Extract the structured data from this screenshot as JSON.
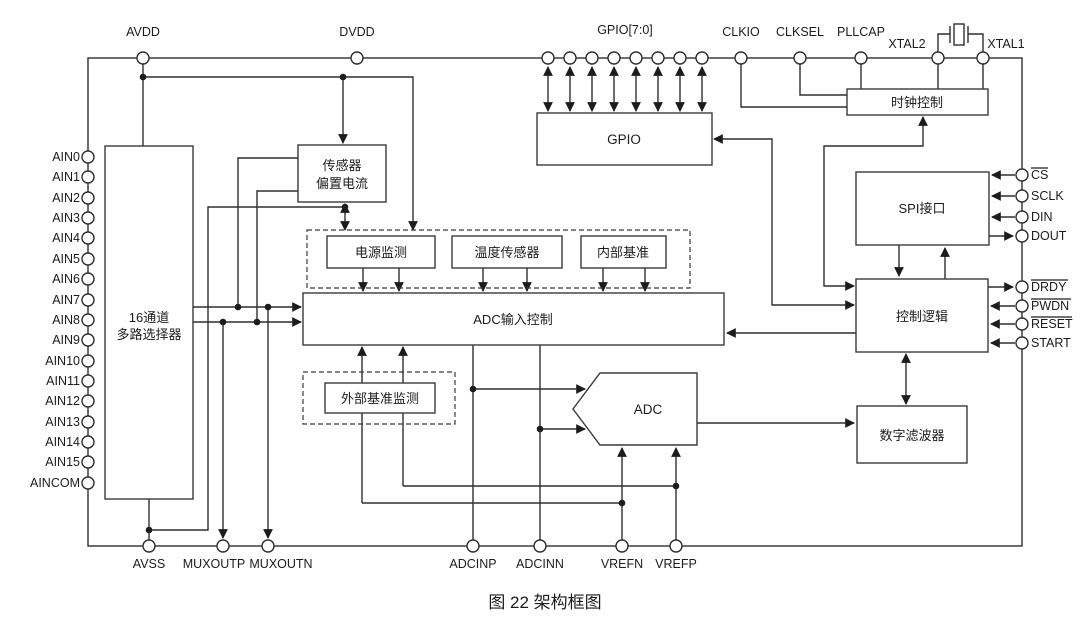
{
  "figure": {
    "caption": "图 22 架构框图"
  },
  "blocks": {
    "mux": {
      "line1": "16通道",
      "line2": "多路选择器"
    },
    "sensor_bias": {
      "line1": "传感器",
      "line2": "偏置电流"
    },
    "gpio": {
      "label": "GPIO"
    },
    "clock_control": {
      "label": "时钟控制"
    },
    "spi": {
      "label": "SPI接口"
    },
    "power_monitor": {
      "label": "电源监测"
    },
    "temp_sensor": {
      "label": "温度传感器"
    },
    "internal_ref": {
      "label": "内部基准"
    },
    "adc_input_control": {
      "label": "ADC输入控制"
    },
    "control_logic": {
      "label": "控制逻辑"
    },
    "external_ref_monitor": {
      "label": "外部基准监测"
    },
    "adc": {
      "label": "ADC"
    },
    "digital_filter": {
      "label": "数字滤波器"
    }
  },
  "pins": {
    "top": [
      "AVDD",
      "DVDD",
      "GPIO[7:0]",
      "CLKIO",
      "CLKSEL",
      "PLLCAP",
      "XTAL2",
      "XTAL1"
    ],
    "left": [
      "AIN0",
      "AIN1",
      "AIN2",
      "AIN3",
      "AIN4",
      "AIN5",
      "AIN6",
      "AIN7",
      "AIN8",
      "AIN9",
      "AIN10",
      "AIN11",
      "AIN12",
      "AIN13",
      "AIN14",
      "AIN15",
      "AINCOM"
    ],
    "right": [
      {
        "label": "CS",
        "overline": true
      },
      {
        "label": "SCLK",
        "overline": false
      },
      {
        "label": "DIN",
        "overline": false
      },
      {
        "label": "DOUT",
        "overline": false
      },
      {
        "label": "DRDY",
        "overline": true
      },
      {
        "label": "PWDN",
        "overline": true
      },
      {
        "label": "RESET",
        "overline": true
      },
      {
        "label": "START",
        "overline": false
      }
    ],
    "bottom": [
      "AVSS",
      "MUXOUTP",
      "MUXOUTN",
      "ADCINP",
      "ADCINN",
      "VREFN",
      "VREFP"
    ]
  },
  "colors": {
    "line": "#2f2f2f",
    "text": "#1c1c1c",
    "background": "#ffffff"
  }
}
